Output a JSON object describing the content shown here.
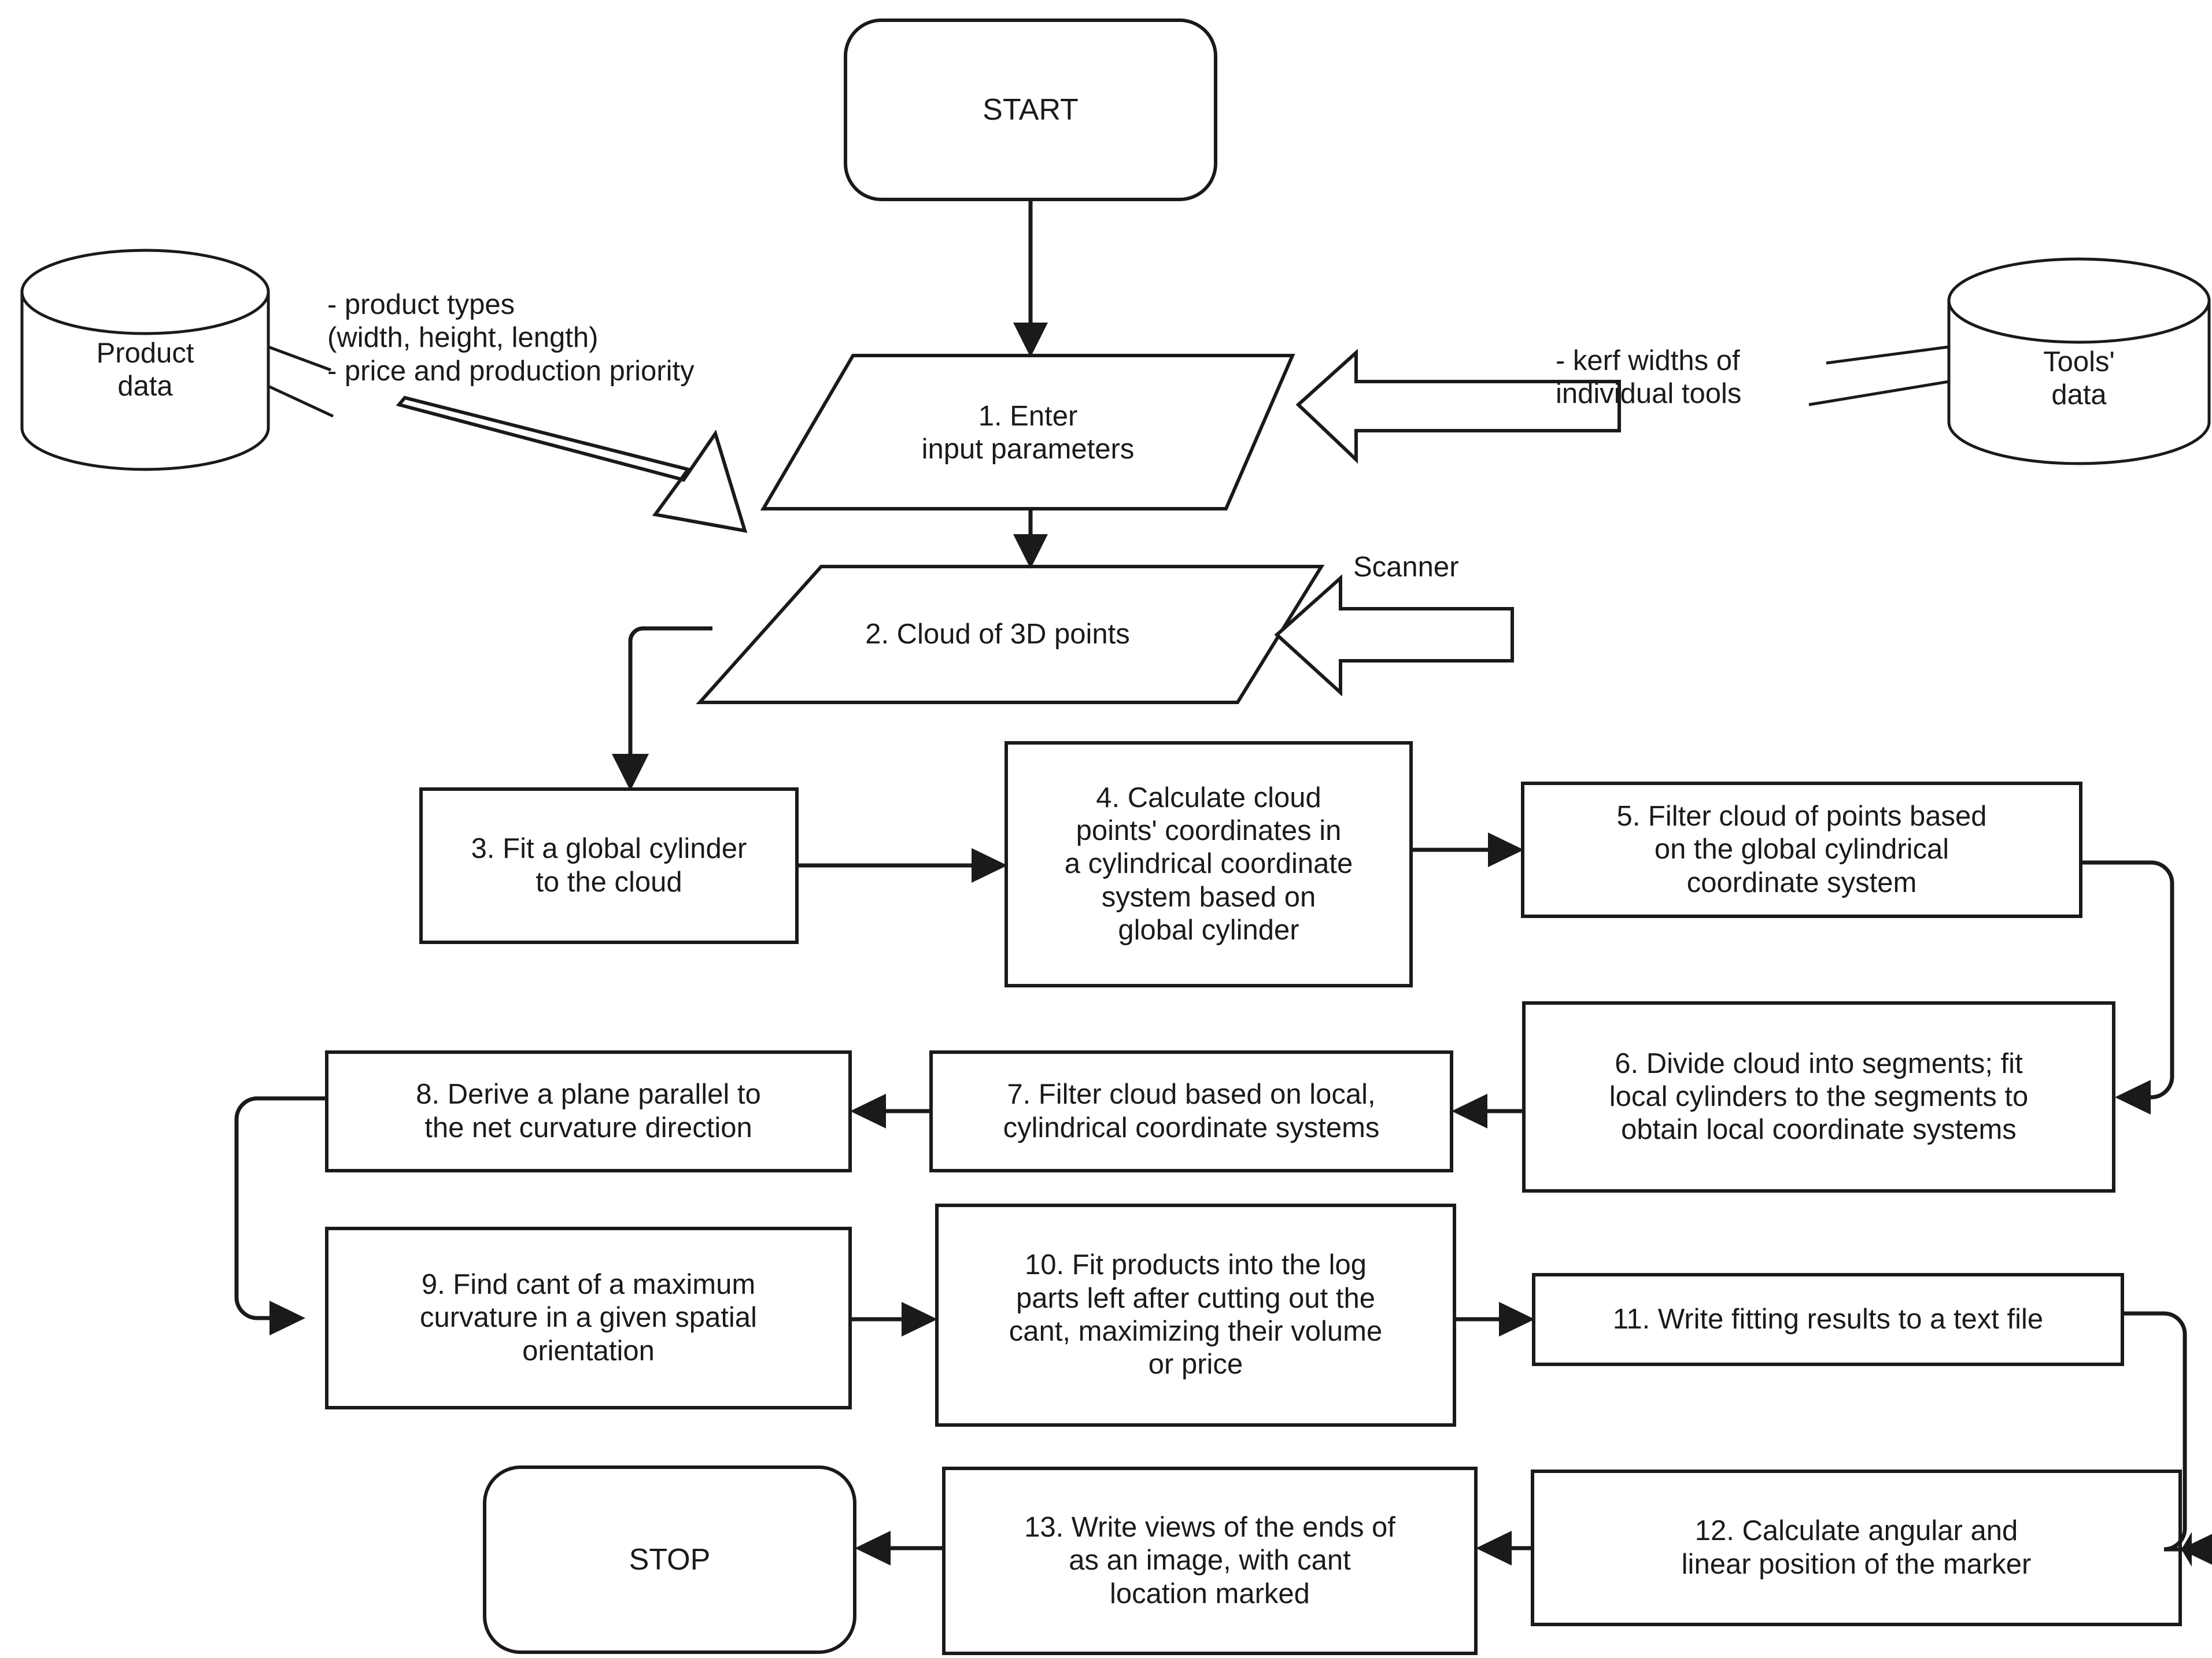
{
  "diagram": {
    "title": "Log scanning and product fitting algorithm flowchart",
    "type": "flowchart",
    "colors": {
      "stroke": "#1a1a1a",
      "fill": "#ffffff",
      "text": "#1a1a1a"
    }
  },
  "terminators": {
    "start": "START",
    "stop": "STOP"
  },
  "data_stores": [
    {
      "id": "product-data",
      "label": "Product\ndata"
    },
    {
      "id": "tools-data",
      "label": "Tools'\ndata"
    }
  ],
  "annotations": {
    "product_inputs": "- product types\n(width, height, length)\n- price and production priority",
    "tools_inputs": "- kerf widths of\nindividual tools",
    "scanner": "Scanner"
  },
  "io_nodes": [
    {
      "id": "step-1",
      "number": "1.",
      "label": "1. Enter\ninput parameters"
    },
    {
      "id": "step-2",
      "number": "2.",
      "label": "2. Cloud of 3D points"
    }
  ],
  "process_nodes": [
    {
      "id": "step-3",
      "number": "3.",
      "label": "3. Fit a global cylinder\nto the cloud"
    },
    {
      "id": "step-4",
      "number": "4.",
      "label": "4. Calculate cloud\npoints' coordinates in\na cylindrical coordinate\nsystem based on\nglobal cylinder"
    },
    {
      "id": "step-5",
      "number": "5.",
      "label": "5. Filter cloud of points based\non the global cylindrical\ncoordinate system"
    },
    {
      "id": "step-6",
      "number": "6.",
      "label": "6. Divide cloud into segments; fit\nlocal cylinders to the segments to\nobtain local coordinate systems"
    },
    {
      "id": "step-7",
      "number": "7.",
      "label": "7. Filter cloud based on local,\ncylindrical coordinate systems"
    },
    {
      "id": "step-8",
      "number": "8.",
      "label": "8. Derive a plane parallel to\nthe net curvature direction"
    },
    {
      "id": "step-9",
      "number": "9.",
      "label": "9. Find cant of a maximum\ncurvature in a given spatial\norientation"
    },
    {
      "id": "step-10",
      "number": "10.",
      "label": "10. Fit products into the log\nparts left after cutting out the\ncant, maximizing their volume\nor price"
    },
    {
      "id": "step-11",
      "number": "11.",
      "label": "11. Write fitting results to a text file"
    },
    {
      "id": "step-12",
      "number": "12.",
      "label": "12. Calculate angular and\nlinear position of the marker"
    },
    {
      "id": "step-13",
      "number": "13.",
      "label": "13. Write views of the ends of\nas an image, with cant\nlocation marked"
    }
  ],
  "flow_sequence": [
    "START",
    "1. Enter input parameters",
    "2. Cloud of 3D points",
    "3. Fit a global cylinder to the cloud",
    "4. Calculate cloud points' coordinates in a cylindrical coordinate system based on global cylinder",
    "5. Filter cloud of points based on the global cylindrical coordinate system",
    "6. Divide cloud into segments; fit local cylinders to the segments to obtain local coordinate systems",
    "7. Filter cloud based on local, cylindrical coordinate systems",
    "8. Derive a plane parallel to the net curvature direction",
    "9. Find cant of a maximum curvature in a given spatial orientation",
    "10. Fit products into the log parts left after cutting out the cant, maximizing their volume or price",
    "11. Write fitting results to a text file",
    "12. Calculate angular and linear position of the marker",
    "13. Write views of the ends of as an image, with cant location marked",
    "STOP"
  ]
}
